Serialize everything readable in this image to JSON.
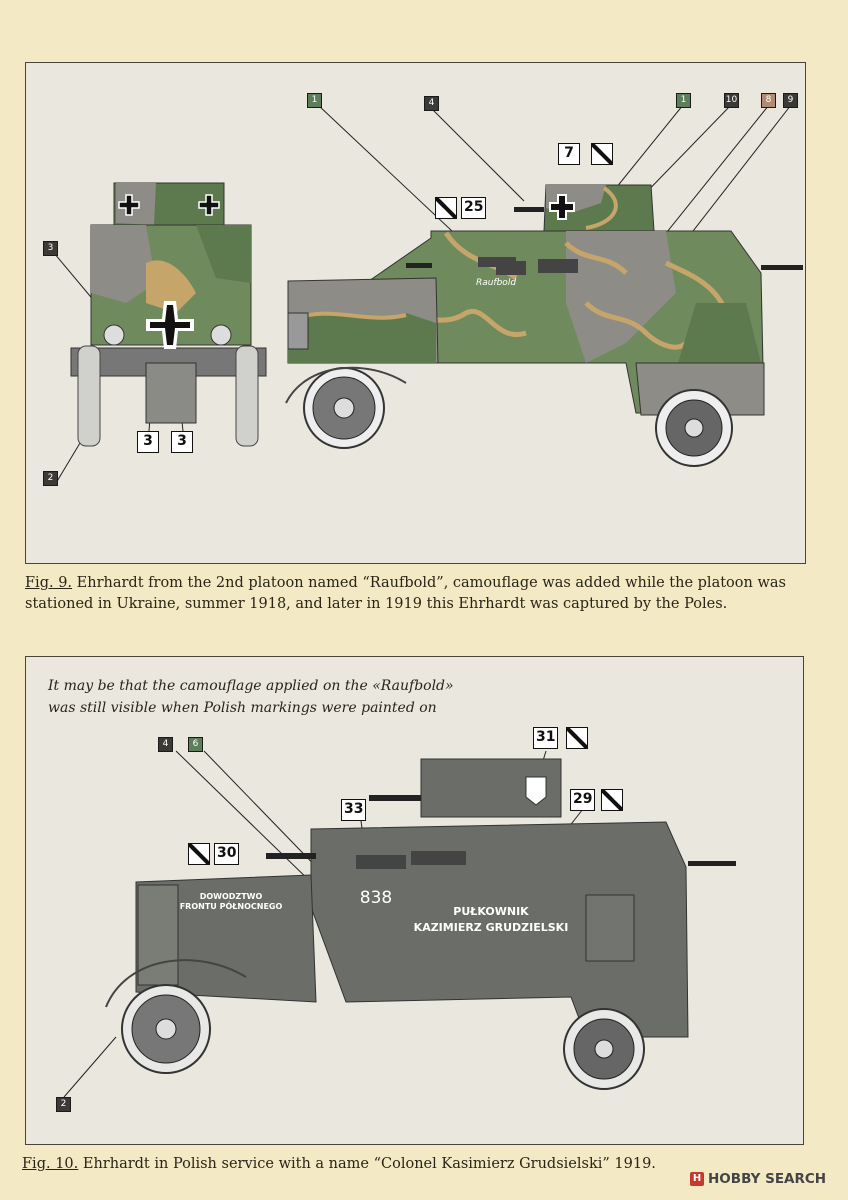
{
  "figure1": {
    "markers": {
      "m1_left": "1",
      "m4_top": "4",
      "m1_right": "1",
      "m10": "10",
      "m8": "8",
      "m9": "9",
      "m3_left": "3",
      "m2_bottom": "2"
    },
    "boxes": {
      "b7": "7",
      "b25": "25",
      "b3a": "3",
      "b3b": "3"
    },
    "vehicle_name": "Raufbold",
    "caption_ref": "Fig. 9.",
    "caption_text": " Ehrhardt from the 2nd platoon named “Raufbold”, camouflage was added while the platoon was stationed in Ukraine, summer 1918, and later in 1919 this Ehrhardt was captured by the Poles."
  },
  "figure2": {
    "note_line1": "It may be that the camouflage applied on the «Raufbold»",
    "note_line2": "was still visible when Polish markings were painted on",
    "markers": {
      "m4": "4",
      "m6": "6",
      "m2": "2"
    },
    "boxes": {
      "b31": "31",
      "b33": "33",
      "b29": "29",
      "b30": "30"
    },
    "hood_line1": "DOWODZTWO",
    "hood_line2": "FRONTU PÓŁNOCNEGO",
    "number": "838",
    "name_line1": "PUŁKOWNIK",
    "name_line2": "KAZIMIERZ GRUDZIELSKI",
    "caption_ref": "Fig. 10.",
    "caption_text": " Ehrhardt in Polish service with a name “Colonel Kasimierz Grudsielski” 1919."
  },
  "logo": {
    "mark": "H",
    "text": "HOBBY SEARCH"
  },
  "colors": {
    "page_bg": "#f3e9c4",
    "panel_bg": "#eae7de",
    "camo_green": "#5d7a4e",
    "camo_grey": "#8d8c86",
    "camo_tan": "#c5a56a",
    "polish_grey": "#6b6e68"
  }
}
